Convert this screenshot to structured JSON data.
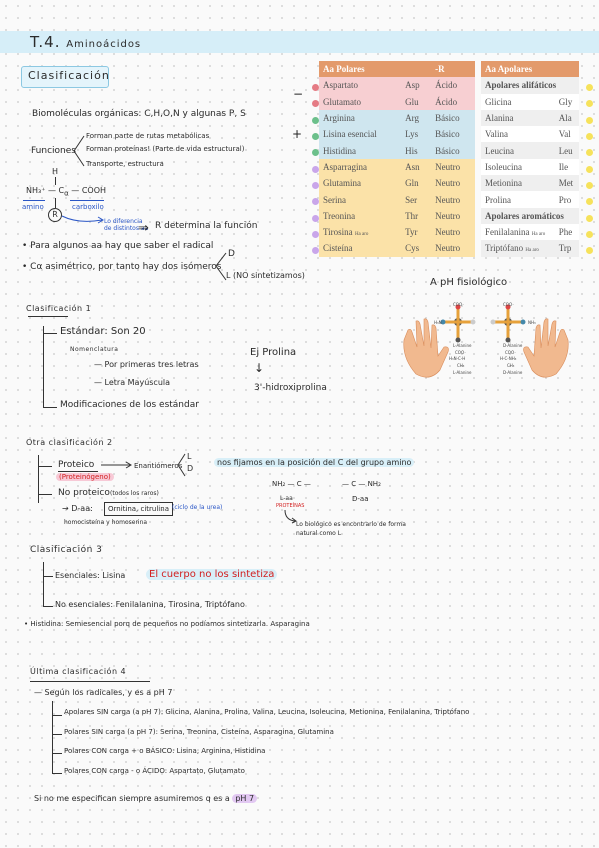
{
  "title": {
    "main": "T.4.",
    "sub": "Aminoácidos"
  },
  "classification": {
    "heading": "Clasificación",
    "biomolecules": "Biomoléculas orgánicas: C,H,O,N y algunas P, S",
    "functions_label": "Funciones",
    "functions": [
      "Forman parte de rutas metabólicas",
      "Forman proteínas! (Parte de vida estructural)",
      "Transporte, estructura"
    ],
    "structure": {
      "h": "H",
      "nh3": "NH₃⁺ — C",
      "calpha": "α",
      "cooh": "— COOH",
      "amino": "amino",
      "carboxyl": "carboxilo",
      "r": "R",
      "diff_note": "Lo diferencia de distintos aa",
      "r_note": "R determina la función"
    },
    "notes": [
      "Para algunos aa hay que saber el radical",
      "Cα asimétrico, por tanto hay dos isómeros"
    ],
    "isomers": [
      "D",
      "L (NO sintetizamos)"
    ]
  },
  "table_polar": {
    "headers": [
      "Aa Polares",
      "-R"
    ],
    "sign_minus": "−",
    "sign_plus": "+",
    "rows": [
      [
        "Aspartato",
        "Asp",
        "Ácido"
      ],
      [
        "Glutamato",
        "Glu",
        "Ácido"
      ],
      [
        "Arginina",
        "Arg",
        "Básico"
      ],
      [
        "Lisina esencial",
        "Lys",
        "Básico"
      ],
      [
        "Histidina",
        "His",
        "Básico"
      ],
      [
        "Asparragina",
        "Asn",
        "Neutro"
      ],
      [
        "Glutamina",
        "Gln",
        "Neutro"
      ],
      [
        "Serina",
        "Ser",
        "Neutro"
      ],
      [
        "Treonina",
        "Thr",
        "Neutro"
      ],
      [
        "Tirosina",
        "Tyr",
        "Neutro"
      ],
      [
        "Cisteína",
        "Cys",
        "Neutro"
      ]
    ],
    "tyr_tag": "Ha aro",
    "row_colors": [
      "#f7cfd2",
      "#cfe6ef",
      "#fbe2a8"
    ],
    "dot_colors": [
      "#e57b84",
      "#6cc08b",
      "#c9a6ea"
    ]
  },
  "table_apolar": {
    "header": "Aa Apolares",
    "sub1": "Apolares alifáticos",
    "sub2": "Apolares aromáticos",
    "rows1": [
      [
        "Glicina",
        "Gly"
      ],
      [
        "Alanina",
        "Ala"
      ],
      [
        "Valina",
        "Val"
      ],
      [
        "Leucina",
        "Leu"
      ],
      [
        "Isoleucina",
        "Ile"
      ],
      [
        "Metionina",
        "Met"
      ],
      [
        "Prolina",
        "Pro"
      ]
    ],
    "rows2": [
      [
        "Fenilalanina",
        "Phe"
      ],
      [
        "Triptófano",
        "Trp"
      ]
    ],
    "tag": "Ha aro",
    "dot_color": "#f6e25b"
  },
  "ph_note": "A pH fisiológico",
  "figure": {
    "coo": "COO⁻",
    "h3n": "H₃N",
    "nh3": "NH₃",
    "ch3": "CH₃",
    "l_alanine": "L-Alanine",
    "d_alanine": "D-Alanine",
    "h": "H"
  },
  "class1": {
    "heading": "Clasificación 1",
    "standard": "Estándar: Son 20",
    "nomenclature": "Nomenclatura",
    "rules": [
      "Por primeras tres letras",
      "Letra Mayúscula"
    ],
    "modifications": "Modificaciones de los estándar",
    "example_label": "Ej Prolina",
    "arrow": "↓",
    "example_result": "3'-hidroxiprolina"
  },
  "class2": {
    "heading": "Otra clasificación 2",
    "proteico": "Proteico",
    "proteinogen": "(Proteinógeno)",
    "enantiomers": "Enantiómeros",
    "l": "L",
    "d": "D",
    "position_note": "nos fijamos en la posición del C del grupo amino",
    "no_proteico": "No proteico",
    "all_rare": "(todos los raros)",
    "d_aa": "→ D-aa:",
    "ornithine": "Ornitina, citrulina",
    "urea": "(ciclo de la urea)",
    "homo": "homocisteína y homoserina",
    "fig_l": "NH₂ — C —",
    "fig_d": "— C — NH₂",
    "label_l": "L-aa",
    "label_proteins": "PROTEÍNAS",
    "label_d": "D-aa",
    "bio_note": "Lo biológico es encontrarlo de forma natural como L"
  },
  "class3": {
    "heading": "Clasificación 3",
    "esenciales": "Esenciales: Lisina",
    "red_note": "El cuerpo no los sintetiza",
    "no_esenciales": "No esenciales: Fenilalanina, Tirosina, Triptófano",
    "histidine": "Histidina: Semiesencial porq de pequeños no podíamos sintetizarla. Asparagina"
  },
  "class4": {
    "heading": "Última clasificación 4",
    "intro": "Según los radicales, y es a pH 7",
    "items": [
      "Apolares SIN carga (a pH 7): Glicina, Alanina, Prolina, Valina, Leucina, Isoleucina, Metionina, Fenilalanina, Triptófano",
      "Polares SIN carga (a pH 7): Serina, Treonina, Cisteína, Asparagina, Glutamina",
      "Polares CON carga + o BÁSICO: Lisina, Arginina, Histidina",
      "Polares CON carga - o ÁCIDO: Aspartato, Glutamato"
    ],
    "footer_pre": "Si no me especifican siempre asumiremos q es a",
    "footer_ph": "pH 7"
  }
}
